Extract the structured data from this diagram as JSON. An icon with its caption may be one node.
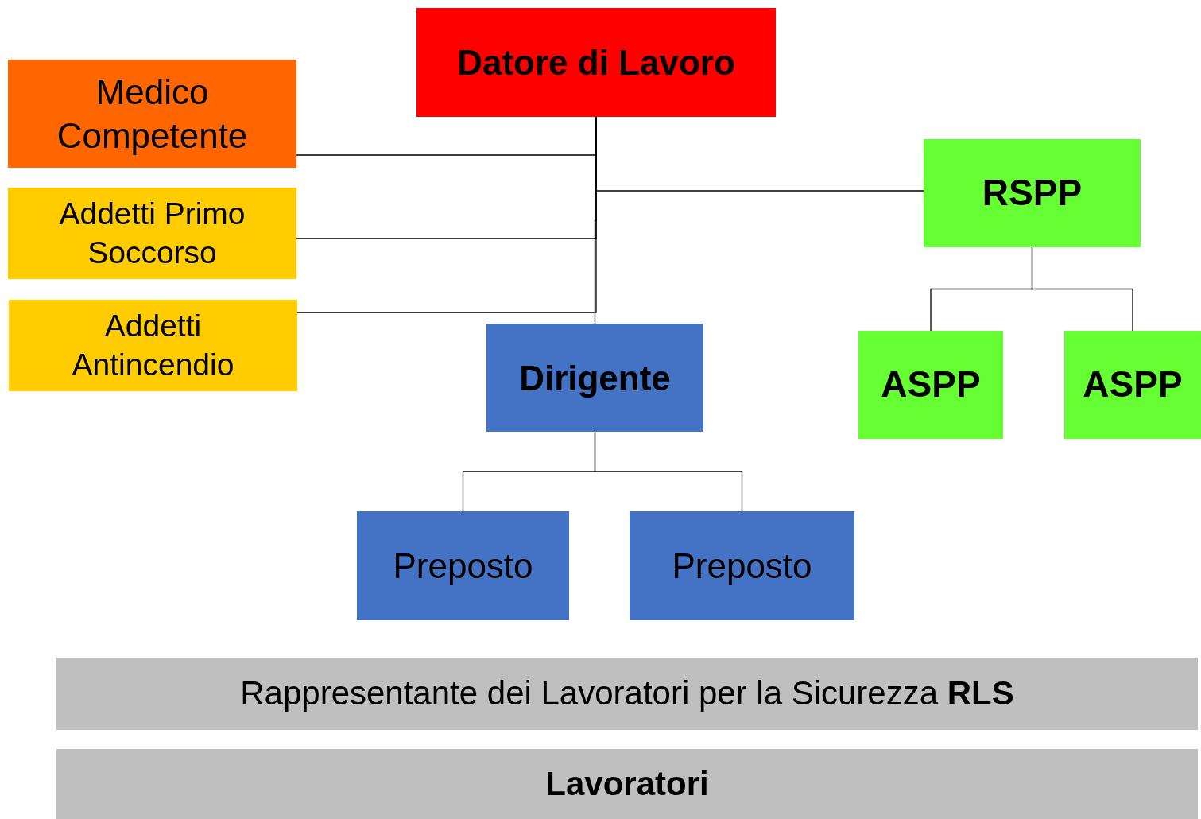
{
  "diagram": {
    "nodes": [
      {
        "text": [
          "Datore di Lavoro"
        ]
      },
      {
        "text": [
          "Medico Competente"
        ]
      },
      {
        "text": [
          "Addetti Primo Soccorso"
        ]
      },
      {
        "text": [
          "Addetti Antincendio"
        ]
      },
      {
        "text": [
          "RSPP"
        ]
      },
      {
        "text": [
          "Dirigente"
        ]
      },
      {
        "text": [
          "ASPP"
        ]
      },
      {
        "text": [
          "ASPP"
        ]
      },
      {
        "text": [
          "Preposto"
        ]
      },
      {
        "text": [
          "Preposto"
        ]
      },
      {
        "text": [
          "Rappresentante dei Lavoratori per la Sicurezza **RLS**"
        ]
      },
      {
        "text": [
          "Lavoratori"
        ]
      }
    ],
    "edges": [
      {
        "from": 0,
        "to": 1,
        "arrow": "none"
      },
      {
        "from": 0,
        "to": 4,
        "arrow": "none"
      },
      {
        "from": 0,
        "to": 2,
        "arrow": "none"
      },
      {
        "from": 0,
        "to": 3,
        "arrow": "none"
      },
      {
        "from": 0,
        "to": 5,
        "arrow": "none"
      },
      {
        "from": 4,
        "to": 6,
        "arrow": "none"
      },
      {
        "from": 4,
        "to": 7,
        "arrow": "none"
      },
      {
        "from": 5,
        "to": 8,
        "arrow": "none"
      },
      {
        "from": 5,
        "to": 9,
        "arrow": "none"
      }
    ]
  }
}
